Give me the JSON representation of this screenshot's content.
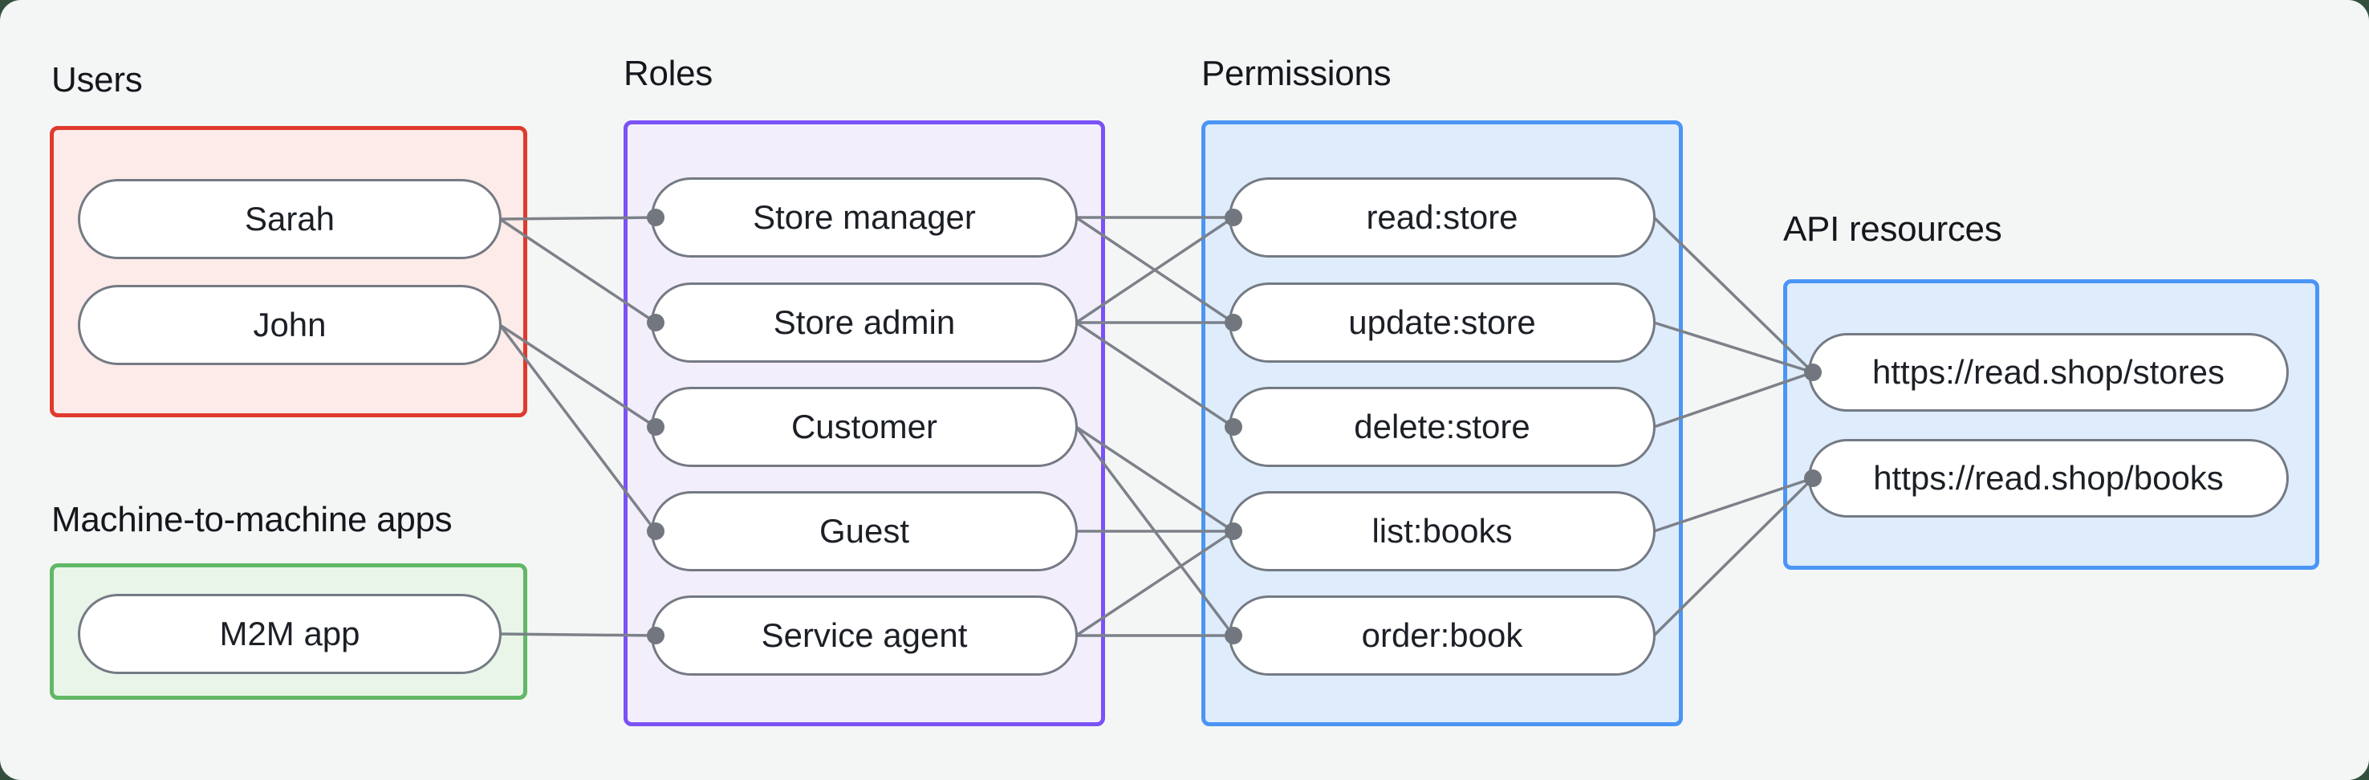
{
  "page": {
    "background": "#f4f6f5",
    "frame_color": "#33503e"
  },
  "sections": {
    "users": {
      "label": "Users",
      "accent": "#e0392e",
      "fill": "#fcebe8",
      "nodes": [
        {
          "id": "sarah",
          "label": "Sarah"
        },
        {
          "id": "john",
          "label": "John"
        }
      ]
    },
    "m2m": {
      "label": "Machine-to-machine apps",
      "accent": "#61b865",
      "fill": "#e9f5e9",
      "nodes": [
        {
          "id": "m2m-app",
          "label": "M2M app"
        }
      ]
    },
    "roles": {
      "label": "Roles",
      "accent": "#7a52f6",
      "fill": "#f3eefc",
      "nodes": [
        {
          "id": "store-manager",
          "label": "Store manager"
        },
        {
          "id": "store-admin",
          "label": "Store admin"
        },
        {
          "id": "customer",
          "label": "Customer"
        },
        {
          "id": "guest",
          "label": "Guest"
        },
        {
          "id": "service-agent",
          "label": "Service agent"
        }
      ]
    },
    "permissions": {
      "label": "Permissions",
      "accent": "#4b95f5",
      "fill": "#deecfc",
      "nodes": [
        {
          "id": "read-store",
          "label": "read:store"
        },
        {
          "id": "update-store",
          "label": "update:store"
        },
        {
          "id": "delete-store",
          "label": "delete:store"
        },
        {
          "id": "list-books",
          "label": "list:books"
        },
        {
          "id": "order-book",
          "label": "order:book"
        }
      ]
    },
    "api_resources": {
      "label": "API resources",
      "accent": "#4b95f5",
      "fill": "#deecfc",
      "nodes": [
        {
          "id": "stores-api",
          "label": "https://read.shop/stores"
        },
        {
          "id": "books-api",
          "label": "https://read.shop/books"
        }
      ]
    }
  },
  "edges": [
    {
      "from": "sarah",
      "to": "store-manager"
    },
    {
      "from": "sarah",
      "to": "store-admin"
    },
    {
      "from": "john",
      "to": "customer"
    },
    {
      "from": "john",
      "to": "guest"
    },
    {
      "from": "m2m-app",
      "to": "service-agent"
    },
    {
      "from": "store-manager",
      "to": "read-store"
    },
    {
      "from": "store-manager",
      "to": "update-store"
    },
    {
      "from": "store-admin",
      "to": "read-store"
    },
    {
      "from": "store-admin",
      "to": "update-store"
    },
    {
      "from": "store-admin",
      "to": "delete-store"
    },
    {
      "from": "customer",
      "to": "list-books"
    },
    {
      "from": "customer",
      "to": "order-book"
    },
    {
      "from": "guest",
      "to": "list-books"
    },
    {
      "from": "service-agent",
      "to": "list-books"
    },
    {
      "from": "service-agent",
      "to": "order-book"
    },
    {
      "from": "read-store",
      "to": "stores-api"
    },
    {
      "from": "update-store",
      "to": "stores-api"
    },
    {
      "from": "delete-store",
      "to": "stores-api"
    },
    {
      "from": "list-books",
      "to": "books-api"
    },
    {
      "from": "order-book",
      "to": "books-api"
    }
  ],
  "style": {
    "pill_border": "#747a83",
    "edge_color": "#7c8189",
    "dot_color": "#72777f"
  }
}
